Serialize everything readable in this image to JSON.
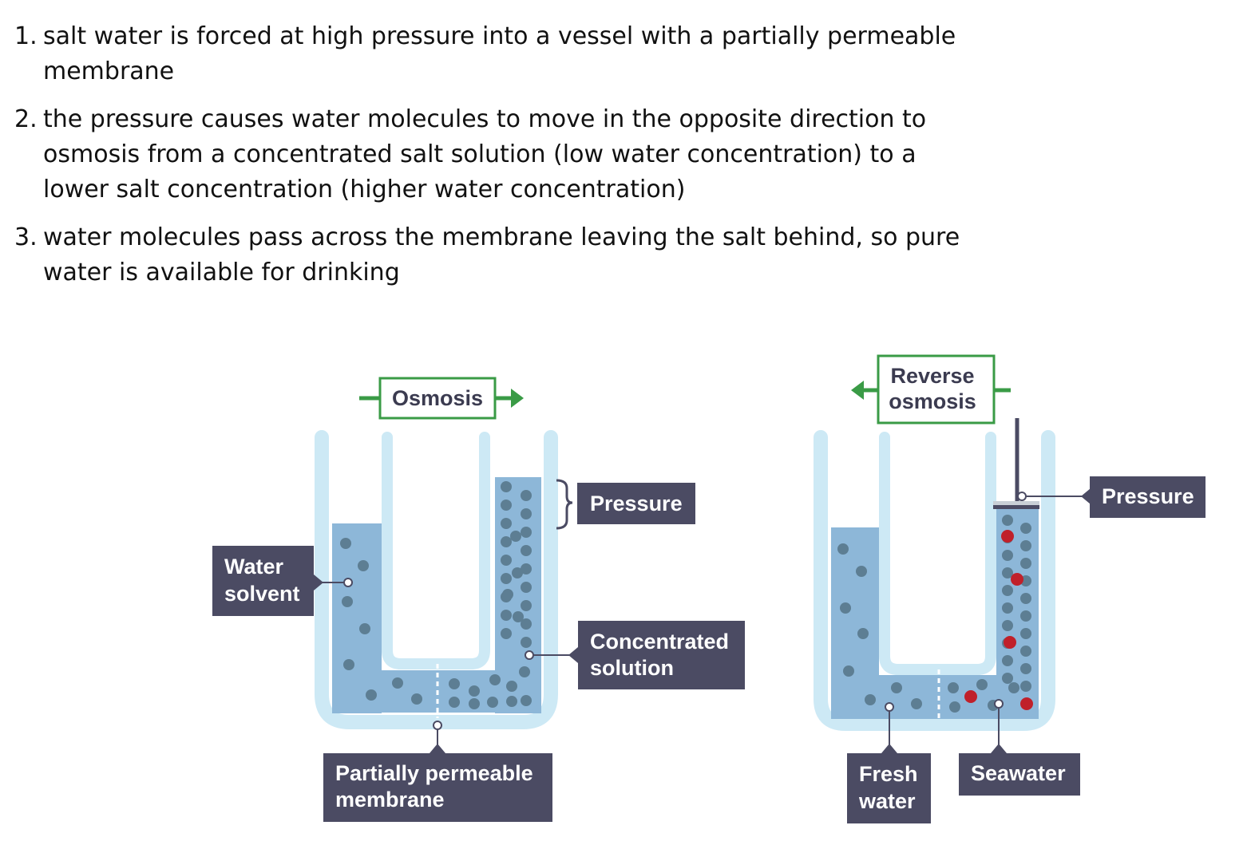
{
  "steps": [
    {
      "num": "1.",
      "text": "salt water is forced at high pressure into a vessel with a partially permeable membrane"
    },
    {
      "num": "2.",
      "text": "the pressure causes water molecules to move in the opposite direction to osmosis from a concentrated salt solution (low water concentration) to a lower salt concentration (higher water concentration)"
    },
    {
      "num": "3.",
      "text": "water molecules pass across the membrane leaving the salt behind, so pure water is available for drinking"
    }
  ],
  "osmosis": {
    "title": "Osmosis",
    "pressure": "Pressure",
    "water_solvent": [
      "Water",
      "solvent"
    ],
    "concentrated_solution": [
      "Concentrated",
      "solution"
    ],
    "membrane": [
      "Partially permeable",
      "membrane"
    ]
  },
  "reverse": {
    "title": [
      "Reverse",
      "osmosis"
    ],
    "pressure": "Pressure",
    "fresh_water": [
      "Fresh",
      "water"
    ],
    "seawater": "Seawater"
  },
  "colors": {
    "label_bg": "#4b4b63",
    "arrow_green": "#3a9b46",
    "tube": "#cde9f5",
    "liquid": "#8db7d8",
    "molecule": "#5d7e93",
    "salt": "#c0202a"
  }
}
